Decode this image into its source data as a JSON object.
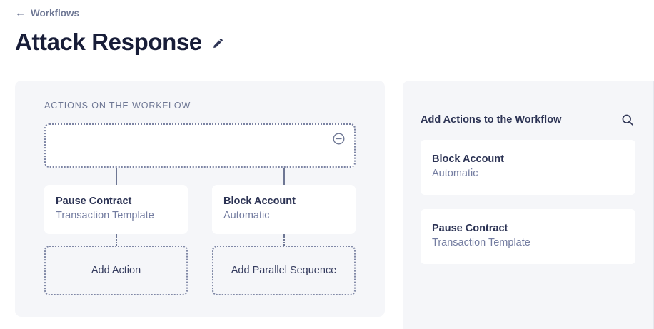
{
  "header": {
    "breadcrumb_label": "Workflows",
    "back_arrow_glyph": "←",
    "title": "Attack Response",
    "edit_icon": "pencil-icon"
  },
  "canvas": {
    "eyebrow": "ACTIONS ON THE WORKFLOW",
    "trigger_slot": {
      "label": "",
      "remove_icon": "minus-circle-icon"
    },
    "branches": [
      {
        "card": {
          "title": "Pause Contract",
          "subtitle": "Transaction Template"
        },
        "add_label": "Add Action"
      },
      {
        "card": {
          "title": "Block Account",
          "subtitle": "Automatic"
        },
        "add_label": "Add Parallel Sequence"
      }
    ]
  },
  "library": {
    "title": "Add Actions to the Workflow",
    "search_icon": "search-icon",
    "cards": [
      {
        "title": "Block Account",
        "subtitle": "Automatic"
      },
      {
        "title": "Pause Contract",
        "subtitle": "Transaction Template"
      }
    ]
  },
  "colors": {
    "page_background": "#ffffff",
    "panel_background": "#f5f6f9",
    "card_background": "#ffffff",
    "title_text": "#181d38",
    "heading_text": "#2c3354",
    "muted_text": "#737ca0",
    "border_dotted": "#7b83a3"
  }
}
